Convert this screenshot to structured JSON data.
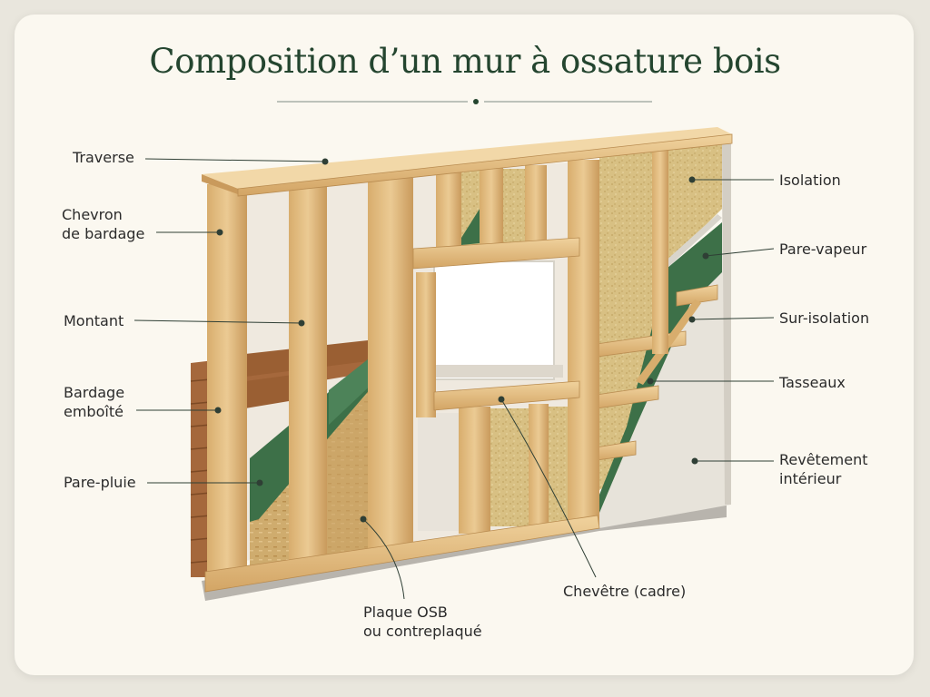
{
  "title": "Composition d’un mur à ossature bois",
  "labels": {
    "traverse": "Traverse",
    "chevron_1": "Chevron",
    "chevron_2": "de bardage",
    "montant": "Montant",
    "bardage_1": "Bardage",
    "bardage_2": "emboîté",
    "pare_pluie": "Pare-pluie",
    "osb_1": "Plaque OSB",
    "osb_2": "ou contreplaqué",
    "chevetre": "Chevêtre (cadre)",
    "isolation": "Isolation",
    "pare_vapeur": "Pare-vapeur",
    "sur_isolation": "Sur-isolation",
    "tasseaux": "Tasseaux",
    "revetement_1": "Revêtement",
    "revetement_2": "intérieur"
  },
  "colors": {
    "title": "#24452f",
    "wood": "#e2bd84",
    "wood_dark": "#c99a5c",
    "insulation": "#d9c285",
    "membrane": "#3d7048",
    "interior_panel": "#e7e3da",
    "siding": "#a5683c",
    "leader": "#2f3f35"
  }
}
